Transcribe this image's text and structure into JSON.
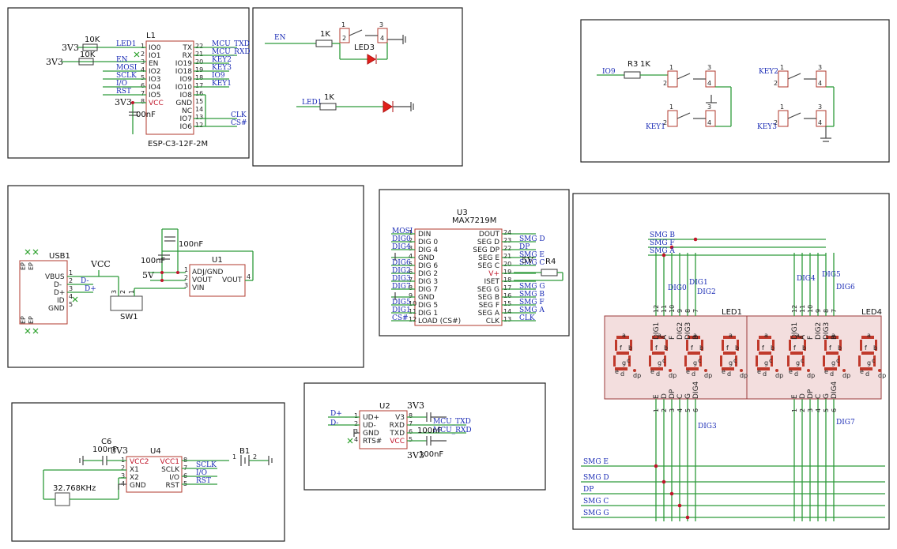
{
  "colors": {
    "wire": "#2e9a3a",
    "body": "#b03a2e",
    "net": "#1a2bb5",
    "junction": "#c0162a"
  },
  "esp": {
    "ref": "L1",
    "value": "ESP-C3-12F-2M",
    "cap": "00nF",
    "pins_left": [
      "IO0",
      "IO1",
      "EN",
      "IO2",
      "IO3",
      "IO4",
      "IO5",
      "VCC"
    ],
    "pins_right": [
      "TX",
      "RX",
      "IO19",
      "IO18",
      "IO9",
      "IO10",
      "IO8",
      "GND",
      "NC",
      "IO7",
      "IO6"
    ],
    "nums_left": [
      "1",
      "2",
      "3",
      "4",
      "5",
      "6",
      "7",
      "8"
    ],
    "nums_right": [
      "22",
      "21",
      "20",
      "19",
      "18",
      "17",
      "16",
      "15",
      "14",
      "13",
      "12"
    ],
    "nets_left": [
      "LED1",
      "",
      "EN",
      "MOSI",
      "SCLK",
      "I/O",
      "RST"
    ],
    "nets_right": [
      "MCU_TXD",
      "MCU_RXD",
      "KEY2",
      "KEY3",
      "IO9",
      "KEY1",
      "",
      "",
      "",
      "CLK",
      "CS#"
    ],
    "r1": "10K",
    "r2": "10K",
    "pwr": "3V3"
  },
  "en_led": {
    "net_en": "EN",
    "r": "1K",
    "ref": "LED3",
    "pins": [
      "1",
      "2",
      "3",
      "4"
    ],
    "net_led1": "LED1",
    "r2": "1K"
  },
  "keys": {
    "net_io9": "IO9",
    "r3": "R3",
    "r3v": "1K",
    "key1": "KEY1",
    "key2": "KEY2",
    "key3": "KEY3",
    "pins": [
      "1",
      "2",
      "3",
      "4"
    ]
  },
  "usb": {
    "ref": "USB1",
    "pins": [
      "VBUS",
      "D-",
      "D+",
      "ID",
      "GND"
    ],
    "nums": [
      "1",
      "2",
      "3",
      "4",
      "5"
    ],
    "ep": "EP",
    "vcc": "VCC",
    "dm": "D-",
    "dp": "D+",
    "sw": "SW1",
    "sw_pins": [
      "3",
      "2",
      "1"
    ],
    "v5": "5V",
    "c1": "100nF",
    "c2": "100nF",
    "u1": "U1",
    "u1_pins": [
      "ADJ/GND",
      "VOUT",
      "VIN"
    ],
    "u1_nums": [
      "1",
      "2",
      "3"
    ],
    "u1_vout": "VOUT",
    "u1_n4": "4"
  },
  "max": {
    "ref": "U3",
    "value": "MAX7219M",
    "left": [
      "DIN",
      "DIG 0",
      "DIG 4",
      "GND",
      "DIG 6",
      "DIG 2",
      "DIG 3",
      "DIG 7",
      "GND",
      "DIG 5",
      "DIG 1",
      "LOAD (CS#)"
    ],
    "lnums": [
      "1",
      "2",
      "3",
      "4",
      "5",
      "6",
      "7",
      "8",
      "9",
      "10",
      "11",
      "12"
    ],
    "lnets": [
      "MOSI",
      "DIG0",
      "DIG4",
      "",
      "DIG6",
      "DIG2",
      "DIG3",
      "DIG7",
      "",
      "DIG5",
      "DIG1",
      "CS#"
    ],
    "right": [
      "DOUT",
      "SEG D",
      "SEG DP",
      "SEG E",
      "SEG C",
      "V+",
      "ISET",
      "SEG G",
      "SEG B",
      "SEG F",
      "SEG A",
      "CLK"
    ],
    "rnums": [
      "24",
      "23",
      "22",
      "21",
      "20",
      "19",
      "18",
      "17",
      "16",
      "15",
      "14",
      "13"
    ],
    "rnets": [
      "",
      "SMG D",
      "DP",
      "SMG E",
      "SMG C",
      "",
      "",
      "SMG G",
      "SMG B",
      "SMG F",
      "SMG A",
      "CLK"
    ],
    "r4": "R4",
    "v5": "5V"
  },
  "disp": {
    "led1": "LED1",
    "led4": "LED4",
    "top_nets": [
      "SMG B",
      "SMG F",
      "SMG A"
    ],
    "bottom_nets": [
      "SMG E",
      "SMG D",
      "DP",
      "SMG C",
      "SMG G"
    ],
    "dig_nets": [
      "DIG0",
      "DIG1",
      "DIG2",
      "DIG4",
      "DIG5",
      "DIG6",
      "DIG3",
      "DIG7"
    ],
    "top_pins": [
      "12",
      "11",
      "10",
      "9",
      "8",
      "7"
    ],
    "bot_pins": [
      "1",
      "2",
      "3",
      "4",
      "5",
      "6"
    ],
    "top_labels1": [
      "DIG1",
      "A",
      "F",
      "DIG2",
      "DIG3",
      "B"
    ],
    "top_labels2": [
      "DIG1",
      "A",
      "F",
      "DIG2",
      "DIG3",
      "B"
    ],
    "bot_labels": [
      "E",
      "D",
      "DP",
      "C",
      "G",
      "DIG4"
    ],
    "segs": [
      "a",
      "b",
      "c",
      "d",
      "e",
      "f",
      "g",
      "dp"
    ]
  },
  "rtc": {
    "ref": "U4",
    "c6": "C6",
    "c6v": "100nF",
    "pwr": "3V3",
    "pins_l": [
      "VCC2",
      "X1",
      "X2",
      "GND"
    ],
    "pins_r": [
      "VCC1",
      "SCLK",
      "I/O",
      "RST"
    ],
    "nl": [
      "1",
      "2",
      "3",
      "4"
    ],
    "nr": [
      "8",
      "7",
      "6",
      "5"
    ],
    "nets": [
      "SCLK",
      "I/O",
      "RST"
    ],
    "xtal": "32.768KHz",
    "bat": "B1",
    "bat_pins": [
      "1",
      "2"
    ]
  },
  "ch340": {
    "ref": "U2",
    "pins_l": [
      "UD+",
      "UD-",
      "GND",
      "RTS#"
    ],
    "pins_r": [
      "V3",
      "RXD",
      "TXD",
      "VCC"
    ],
    "nl": [
      "1",
      "2",
      "3",
      "4"
    ],
    "nr": [
      "8",
      "7",
      "6",
      "5"
    ],
    "nets_l": [
      "D+",
      "D-"
    ],
    "nets_r": [
      "MCU_TXD",
      "MCU_RXD"
    ],
    "pwr": "3V3",
    "c1": "100nF",
    "c2": "100nF"
  }
}
